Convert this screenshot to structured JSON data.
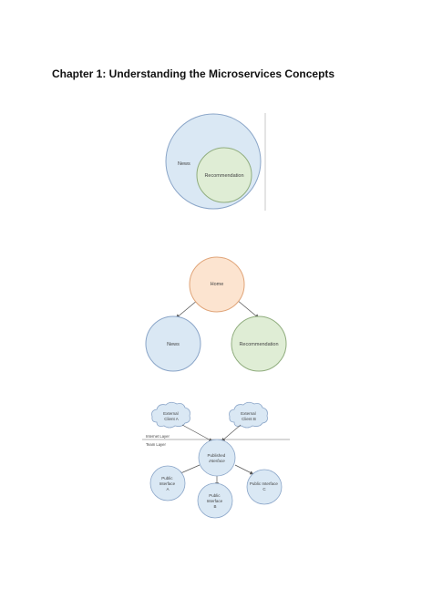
{
  "page": {
    "title": "Chapter 1: Understanding the Microservices Concepts"
  },
  "diagram1": {
    "outer": "News",
    "inner": "Recommendation"
  },
  "diagram2": {
    "top": "Home",
    "left": "News",
    "right": "Recommendation"
  },
  "diagram3": {
    "cloud_a": [
      "External",
      "Client A"
    ],
    "cloud_b": [
      "External",
      "Client B"
    ],
    "layer_top": "Internet Layer",
    "layer_bottom": "Team Layer",
    "center": [
      "Published",
      "Interface"
    ],
    "iface_a": [
      "Public",
      "Interface",
      "A"
    ],
    "iface_b": [
      "Public",
      "Interface",
      "B"
    ],
    "iface_c": [
      "Public Interface",
      "C"
    ]
  },
  "colors": {
    "blue_fill": "#dae8f4",
    "blue_stroke": "#8aa5c8",
    "green_fill": "#dfedd5",
    "green_stroke": "#90ad7e",
    "orange_fill": "#fce4d0",
    "orange_stroke": "#e0a478"
  }
}
